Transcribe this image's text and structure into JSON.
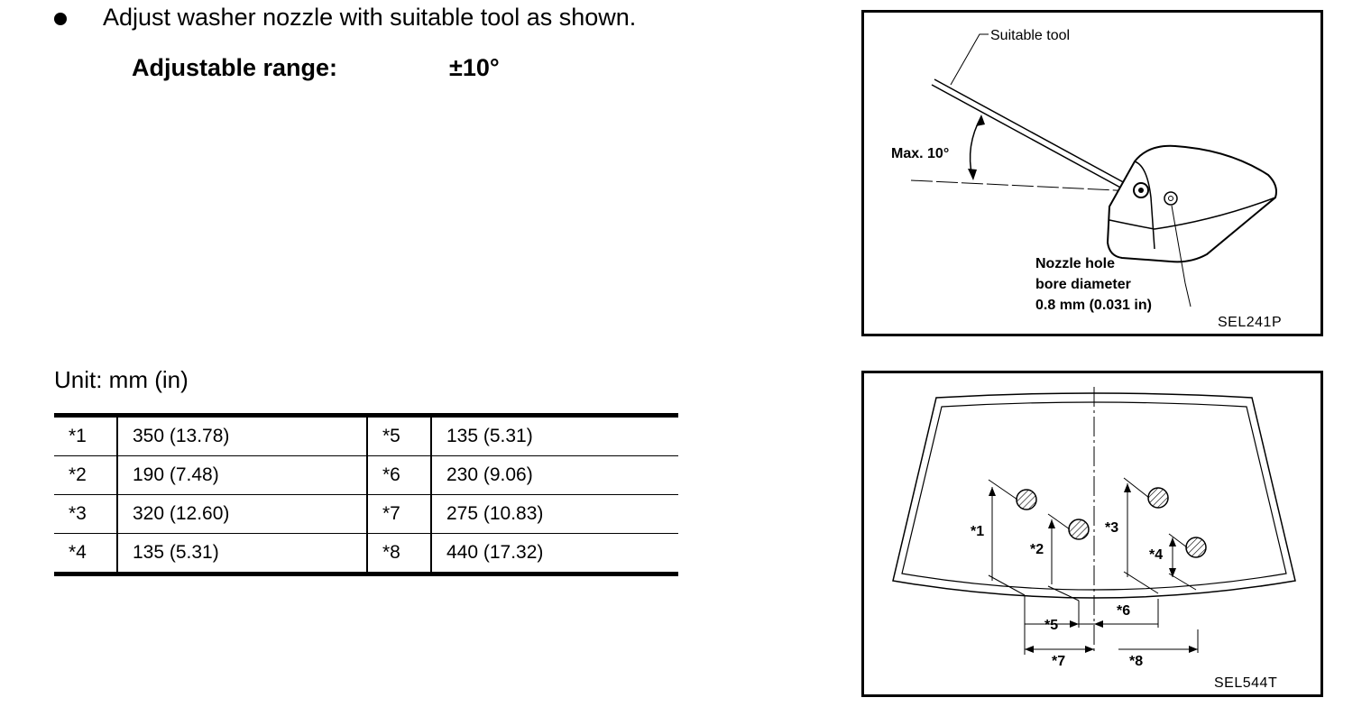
{
  "instruction": {
    "bullet_text": "Adjust washer nozzle with suitable tool as shown.",
    "range_label": "Adjustable range:",
    "range_value": "±10°"
  },
  "unit_label": "Unit: mm (in)",
  "spec_table": {
    "rows": [
      {
        "k1": "*1",
        "v1": "350 (13.78)",
        "k2": "*5",
        "v2": "135 (5.31)"
      },
      {
        "k1": "*2",
        "v1": "190 (7.48)",
        "k2": "*6",
        "v2": "230 (9.06)"
      },
      {
        "k1": "*3",
        "v1": "320 (12.60)",
        "k2": "*7",
        "v2": "275 (10.83)"
      },
      {
        "k1": "*4",
        "v1": "135 (5.31)",
        "k2": "*8",
        "v2": "440 (17.32)"
      }
    ]
  },
  "figure_nozzle": {
    "tool_label": "Suitable tool",
    "angle_label": "Max. 10°",
    "hole_line1": "Nozzle hole",
    "hole_line2": "bore diameter",
    "hole_line3": "0.8 mm (0.031 in)",
    "code": "SEL241P"
  },
  "figure_windshield": {
    "marks": [
      "*1",
      "*2",
      "*3",
      "*4",
      "*5",
      "*6",
      "*7",
      "*8"
    ],
    "code": "SEL544T"
  }
}
